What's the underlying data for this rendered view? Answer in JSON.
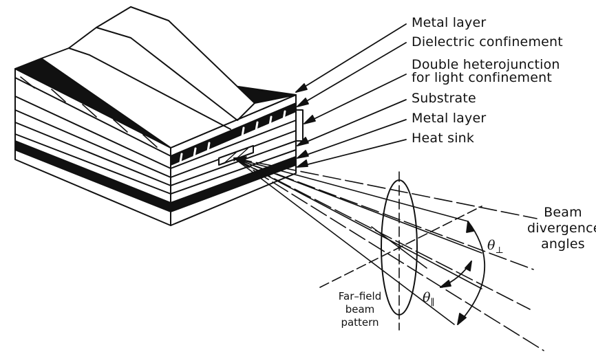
{
  "labels": {
    "metal_layer_top": "Metal layer",
    "dielectric_confinement": "Dielectric confinement",
    "double_heterojunction_line1": "Double heterojunction",
    "double_heterojunction_line2": "for light confinement",
    "substrate": "Substrate",
    "metal_layer_bottom": "Metal layer",
    "heat_sink": "Heat sink",
    "beam_divergence_line1": "Beam",
    "beam_divergence_line2": "divergence",
    "beam_divergence_line3": "angles",
    "far_field_line1": "Far–field",
    "far_field_line2": "beam",
    "far_field_line3": "pattern",
    "theta_symbol": "θ",
    "theta_perp_sub": "⊥",
    "theta_par_sub": "∥"
  },
  "colors": {
    "ink": "#111111",
    "background": "#ffffff"
  }
}
